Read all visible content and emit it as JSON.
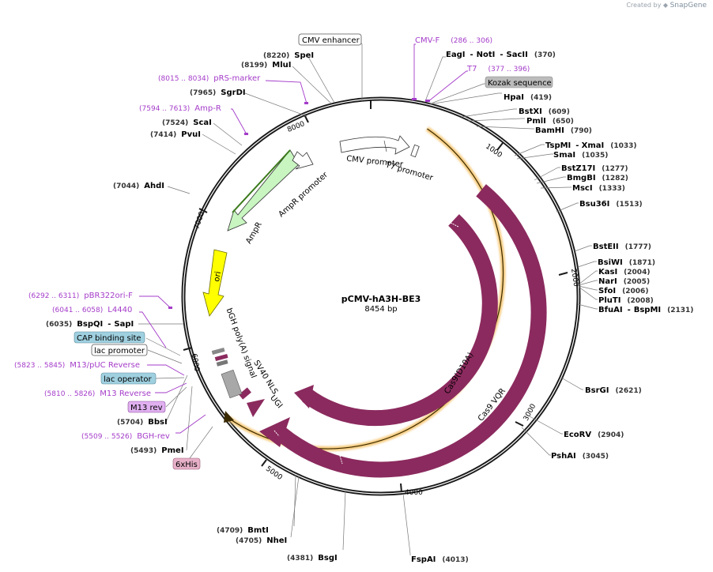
{
  "watermark": {
    "prefix": "Created by",
    "brand": "SnapGene"
  },
  "plasmid": {
    "name": "pCMV-hA3H-BE3",
    "size": "8454 bp"
  },
  "ticks": [
    "1000",
    "2000",
    "3000",
    "4000",
    "5000",
    "6000",
    "7000",
    "8000"
  ],
  "right_sites": [
    {
      "enz1": "EagI",
      "enz2": "NotI",
      "enz3": "SacII",
      "pos": "(370)"
    },
    {
      "enz1": "HpaI",
      "pos": "(419)"
    },
    {
      "enz1": "BstXI",
      "pos": "(609)"
    },
    {
      "enz1": "PmlI",
      "pos": "(650)"
    },
    {
      "enz1": "BamHI",
      "pos": "(790)"
    },
    {
      "enz1": "TspMI",
      "enz2": "XmaI",
      "pos": "(1033)"
    },
    {
      "enz1": "SmaI",
      "pos": "(1035)"
    },
    {
      "enz1": "BstZ17I",
      "pos": "(1277)"
    },
    {
      "enz1": "BmgBI",
      "pos": "(1282)"
    },
    {
      "enz1": "MscI",
      "pos": "(1333)"
    },
    {
      "enz1": "Bsu36I",
      "pos": "(1513)"
    },
    {
      "enz1": "BstEII",
      "pos": "(1777)"
    },
    {
      "enz1": "BsiWI",
      "pos": "(1871)"
    },
    {
      "enz1": "KasI",
      "pos": "(2004)"
    },
    {
      "enz1": "NarI",
      "pos": "(2005)"
    },
    {
      "enz1": "SfoI",
      "pos": "(2006)"
    },
    {
      "enz1": "PluTI",
      "pos": "(2008)"
    },
    {
      "enz1": "BfuAI",
      "enz2": "BspMI",
      "pos": "(2131)"
    },
    {
      "enz1": "BsrGI",
      "pos": "(2621)"
    },
    {
      "enz1": "EcoRV",
      "pos": "(2904)"
    },
    {
      "enz1": "PshAI",
      "pos": "(3045)"
    },
    {
      "enz1": "FspAI",
      "pos": "(4013)"
    }
  ],
  "left_sites": [
    {
      "enz1": "SpeI",
      "pos": "(8220)"
    },
    {
      "enz1": "MluI",
      "pos": "(8199)"
    },
    {
      "enz1": "SgrDI",
      "pos": "(7965)"
    },
    {
      "enz1": "ScaI",
      "pos": "(7524)"
    },
    {
      "enz1": "PvuI",
      "pos": "(7414)"
    },
    {
      "enz1": "AhdI",
      "pos": "(7044)"
    },
    {
      "enz1": "BspQI",
      "enz2": "SapI",
      "pos": "(6035)"
    },
    {
      "enz1": "BbsI",
      "pos": "(5704)"
    },
    {
      "enz1": "PmeI",
      "pos": "(5493)"
    },
    {
      "enz1": "BmtI",
      "pos": "(4709)"
    },
    {
      "enz1": "NheI",
      "pos": "(4705)"
    },
    {
      "enz1": "BsgI",
      "pos": "(4381)"
    }
  ],
  "primers": [
    {
      "name": "CMV-F",
      "range": "(286 .. 306)"
    },
    {
      "name": "T7",
      "range": "(377 .. 396)"
    },
    {
      "name": "pRS-marker",
      "range": "(8015 .. 8034)"
    },
    {
      "name": "Amp-R",
      "range": "(7594 .. 7613)"
    },
    {
      "name": "pBR322ori-F",
      "range": "(6292 .. 6311)"
    },
    {
      "name": "L4440",
      "range": "(6041 .. 6058)"
    },
    {
      "name": "M13/pUC Reverse",
      "range": "(5823 .. 5845)"
    },
    {
      "name": "M13 Reverse",
      "range": "(5810 .. 5826)"
    },
    {
      "name": "BGH-rev",
      "range": "(5509 .. 5526)"
    }
  ],
  "boxed_features": {
    "cmv_enhancer": "CMV enhancer",
    "kozak": "Kozak sequence",
    "cap_site": "CAP binding site",
    "lac_promoter": "lac promoter",
    "lac_operator": "lac operator",
    "m13_rev": "M13 rev",
    "his6": "6xHis"
  },
  "features": {
    "cmv_promoter": "CMV promoter",
    "t7_promoter": "T7 promoter",
    "ampr_promoter": "AmpR promoter",
    "ampr": "AmpR",
    "ori": "ori",
    "bgh": "bGH poly(A) signal",
    "sv40": "SV40 NLS",
    "ugi": "UGI",
    "cas9_d10a": "Cas9(D10A)",
    "cas9_vqr": "Cas9 VQR"
  },
  "colors": {
    "backbone": "#1a1a1a",
    "cas9": "#8b2a5e",
    "ampr": "#c8f5c0",
    "ori": "#ffff00",
    "primer": "#a43cc9",
    "highlight": "#f5c97a",
    "kozak": "#bbbbbb",
    "cap": "#9fd0e0",
    "m13rev": "#e0b0f0",
    "his": "#e7b0c8"
  }
}
